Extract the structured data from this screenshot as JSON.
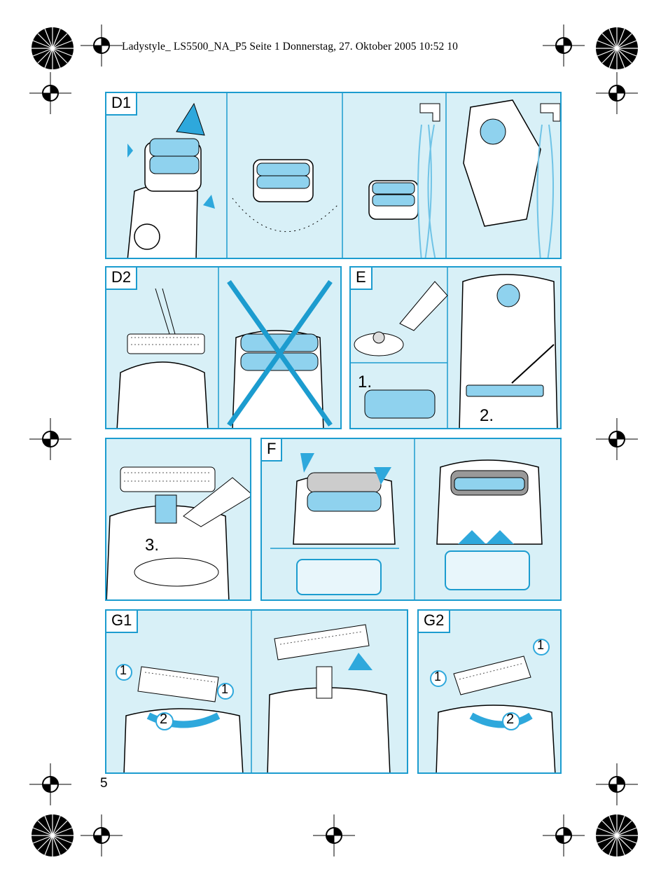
{
  "header": {
    "text": "Ladystyle_ LS5500_NA_P5  Seite 1  Donnerstag, 27. Oktober 2005  10:52 10"
  },
  "page_number": "5",
  "panels": {
    "d1": {
      "label": "D1"
    },
    "d2": {
      "label": "D2"
    },
    "e": {
      "label": "E",
      "callout_1": "1.",
      "callout_2": "2."
    },
    "oil": {
      "callout_3": "3."
    },
    "f": {
      "label": "F"
    },
    "g1": {
      "label": "G1",
      "step_1": "1",
      "step_2": "2"
    },
    "g2": {
      "label": "G2",
      "step_1": "1",
      "step_2": "2"
    }
  },
  "colors": {
    "panel_bg": "#d8f0f7",
    "border": "#1c9ccf",
    "accent_blue": "#2ea8dc"
  }
}
